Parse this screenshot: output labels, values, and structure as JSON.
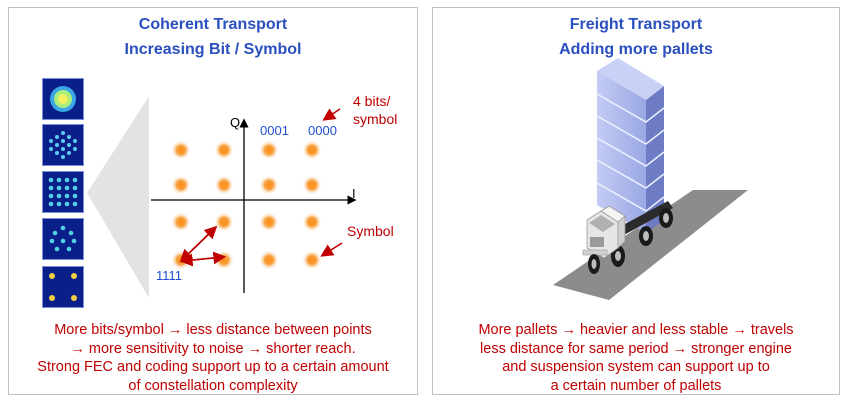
{
  "left": {
    "title_line1": "Coherent Transport",
    "title_line2": "Increasing Bit / Symbol",
    "axis_q": "Q",
    "axis_i": "I",
    "label_0001": "0001",
    "label_0000": "0000",
    "label_1111": "1111",
    "annotation_bits_1": "4 bits/",
    "annotation_bits_2": "symbol",
    "annotation_symbol": "Symbol",
    "caption": [
      "More bits/symbol → less distance between points",
      "→ more sensitivity to noise → shorter reach.",
      "Strong FEC and coding support up to a certain amount",
      "of constellation complexity"
    ]
  },
  "right": {
    "title_line1": "Freight Transport",
    "title_line2": "Adding more pallets",
    "caption": [
      "More pallets → heavier and less stable → travels",
      "less distance for same period → stronger engine",
      "and suspension system can support  up to",
      "a certain number of pallets"
    ]
  },
  "colors": {
    "title_blue": "#2a4fbf",
    "caption_red": "#c00000",
    "point_orange": "#f08a1c",
    "label_blue": "#1f4fd0",
    "pallet_blue": "#a9b6ec"
  }
}
